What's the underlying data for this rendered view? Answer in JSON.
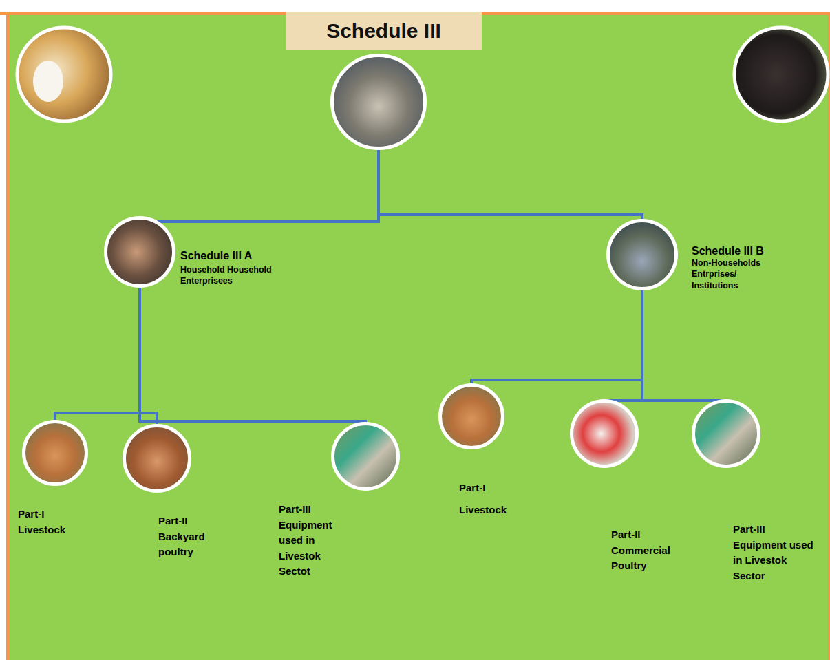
{
  "diagram": {
    "nodes": [
      {
        "text": [
          "Schedule III"
        ]
      },
      {
        "text": [
          "Schedule III A",
          "Household Household Enterprisees"
        ]
      },
      {
        "text": [
          "Schedule III B",
          "Non-Households Entrprises/ Institutions"
        ]
      },
      {
        "text": [
          "Part-I Livestock"
        ]
      },
      {
        "text": [
          "Part-II Backyard poultry"
        ]
      },
      {
        "text": [
          "Part-III Equipment used in Livestok Sectot"
        ]
      },
      {
        "text": [
          "Part-I Livestock"
        ]
      },
      {
        "text": [
          "Part-II Commercial Poultry"
        ]
      },
      {
        "text": [
          "Part-III Equipment used in Livestok Sector"
        ]
      }
    ],
    "edges": [
      {
        "from": 0,
        "to": 1,
        "arrow": "none"
      },
      {
        "from": 0,
        "to": 2,
        "arrow": "none"
      },
      {
        "from": 1,
        "to": 3,
        "arrow": "none"
      },
      {
        "from": 1,
        "to": 4,
        "arrow": "none"
      },
      {
        "from": 1,
        "to": 5,
        "arrow": "none"
      },
      {
        "from": 2,
        "to": 6,
        "arrow": "none"
      },
      {
        "from": 2,
        "to": 7,
        "arrow": "none"
      },
      {
        "from": 2,
        "to": 8,
        "arrow": "none"
      }
    ]
  }
}
